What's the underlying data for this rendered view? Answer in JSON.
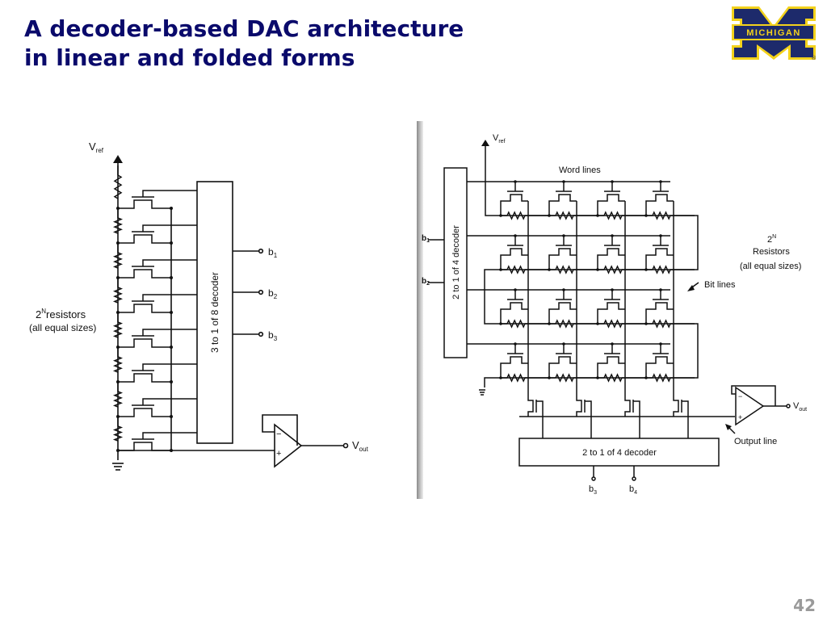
{
  "slide": {
    "title_line1": "A decoder-based DAC architecture",
    "title_line2": "in linear and folded forms",
    "page_number": "42",
    "logo": {
      "text": "MICHIGAN",
      "registered": "®",
      "colors": {
        "blue": "#1d2a6b",
        "maize": "#f3d21c"
      }
    }
  },
  "linear_diagram": {
    "vref_label": "V",
    "vref_sub": "ref",
    "resistor_label_base": "2",
    "resistor_label_sup": "N",
    "resistor_label_rest": "resistors",
    "resistor_label_note": "(all equal sizes)",
    "decoder_label": "3 to 1 of 8 decoder",
    "inputs": [
      {
        "base": "b",
        "sub": "1"
      },
      {
        "base": "b",
        "sub": "2"
      },
      {
        "base": "b",
        "sub": "3"
      }
    ],
    "vout_base": "V",
    "vout_sub": "out",
    "opamp_minus": "−",
    "opamp_plus": "+"
  },
  "folded_diagram": {
    "vref_label": "V",
    "vref_sub": "ref",
    "word_lines_label": "Word lines",
    "row_decoder_label": "2 to 1 of 4 decoder",
    "row_inputs": [
      {
        "base": "b",
        "sub": "1"
      },
      {
        "base": "b",
        "sub": "2"
      }
    ],
    "resistors_sup_base": "2",
    "resistors_sup": "N",
    "resistors_label": "Resistors",
    "resistors_note": "(all equal sizes)",
    "bit_lines_label": "Bit lines",
    "column_decoder_label": "2 to 1 of 4 decoder",
    "column_inputs": [
      {
        "base": "b",
        "sub": "3"
      },
      {
        "base": "b",
        "sub": "4"
      }
    ],
    "output_line_label": "Output line",
    "vout_base": "V",
    "vout_sub": "out",
    "opamp_minus": "−",
    "opamp_plus": "+"
  }
}
